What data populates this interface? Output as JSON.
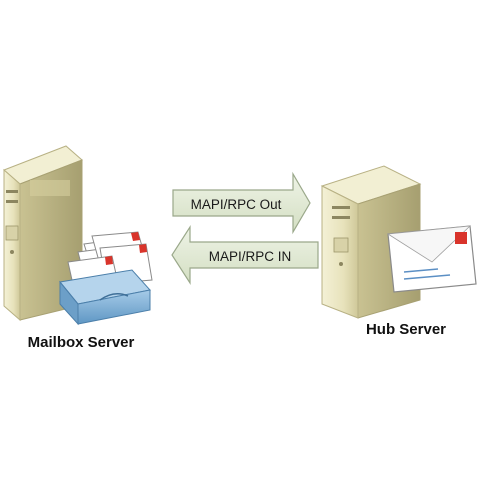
{
  "diagram": {
    "mailbox_server_label": "Mailbox Server",
    "hub_server_label": "Hub Server",
    "arrow_out_label": "MAPI/RPC Out",
    "arrow_in_label": "MAPI/RPC IN"
  },
  "colors": {
    "server_body": "#e8e4c0",
    "server_shadow": "#bfb98c",
    "arrow_fill": "#e2ebd4",
    "arrow_stroke": "#9aa88a",
    "envelope_stamp": "#d9342b",
    "tray_blue": "#7fb2d8"
  },
  "icons": [
    "server-tower-icon",
    "mail-tray-icon",
    "envelope-icon",
    "arrow-right-icon",
    "arrow-left-icon"
  ]
}
